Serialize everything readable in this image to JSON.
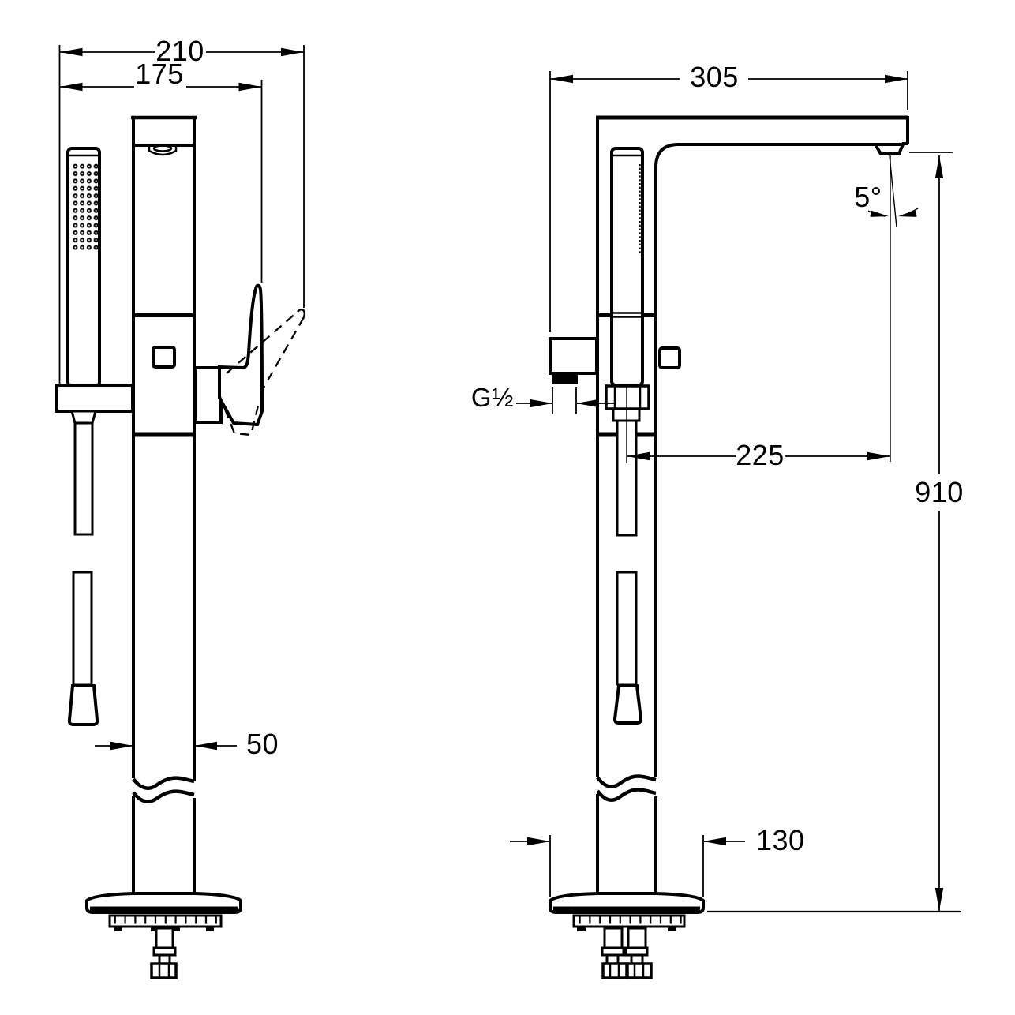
{
  "colors": {
    "line": "#000000",
    "background": "#ffffff"
  },
  "front_view": {
    "dims": {
      "overall_width": "210",
      "handle_width": "175",
      "column_width": "50"
    }
  },
  "side_view": {
    "dims": {
      "spout_reach": "305",
      "spout_angle": "5°",
      "hose_thread": "G½",
      "outlet_offset": "225",
      "outlet_height": "910",
      "base_diameter": "130"
    }
  }
}
